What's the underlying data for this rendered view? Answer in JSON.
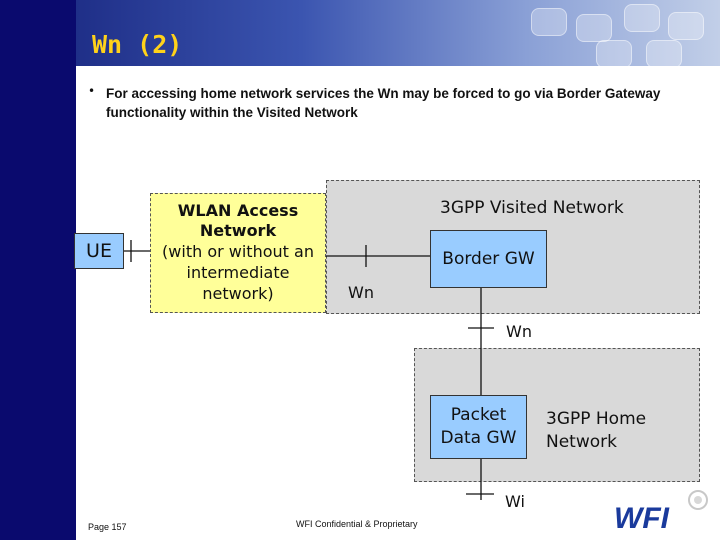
{
  "slide": {
    "title": "Wn (2)",
    "bullet": "For accessing home network services the Wn may be forced to go via Border Gateway functionality within the Visited Network"
  },
  "diagram": {
    "ue_label": "UE",
    "wlan_label_bold": "WLAN Access Network",
    "wlan_label_rest": "(with or without an intermediate network)",
    "visited_network_label": "3GPP Visited Network",
    "border_gw_label": "Border GW",
    "home_network_label": "3GPP Home Network",
    "packet_gw_label": "Packet Data GW",
    "wn_label_1": "Wn",
    "wn_label_2": "Wn",
    "wi_label": "Wi"
  },
  "footer": {
    "page": "Page 157",
    "confidential": "WFI Confidential & Proprietary",
    "logo_text": "WFI"
  },
  "colors": {
    "sidebar": "#0a0a6e",
    "title": "#ffd21a",
    "network_box": "#d9d9d9",
    "wlan_box": "#ffff99",
    "node_box": "#99ccff",
    "logo": "#1a3a9c"
  }
}
